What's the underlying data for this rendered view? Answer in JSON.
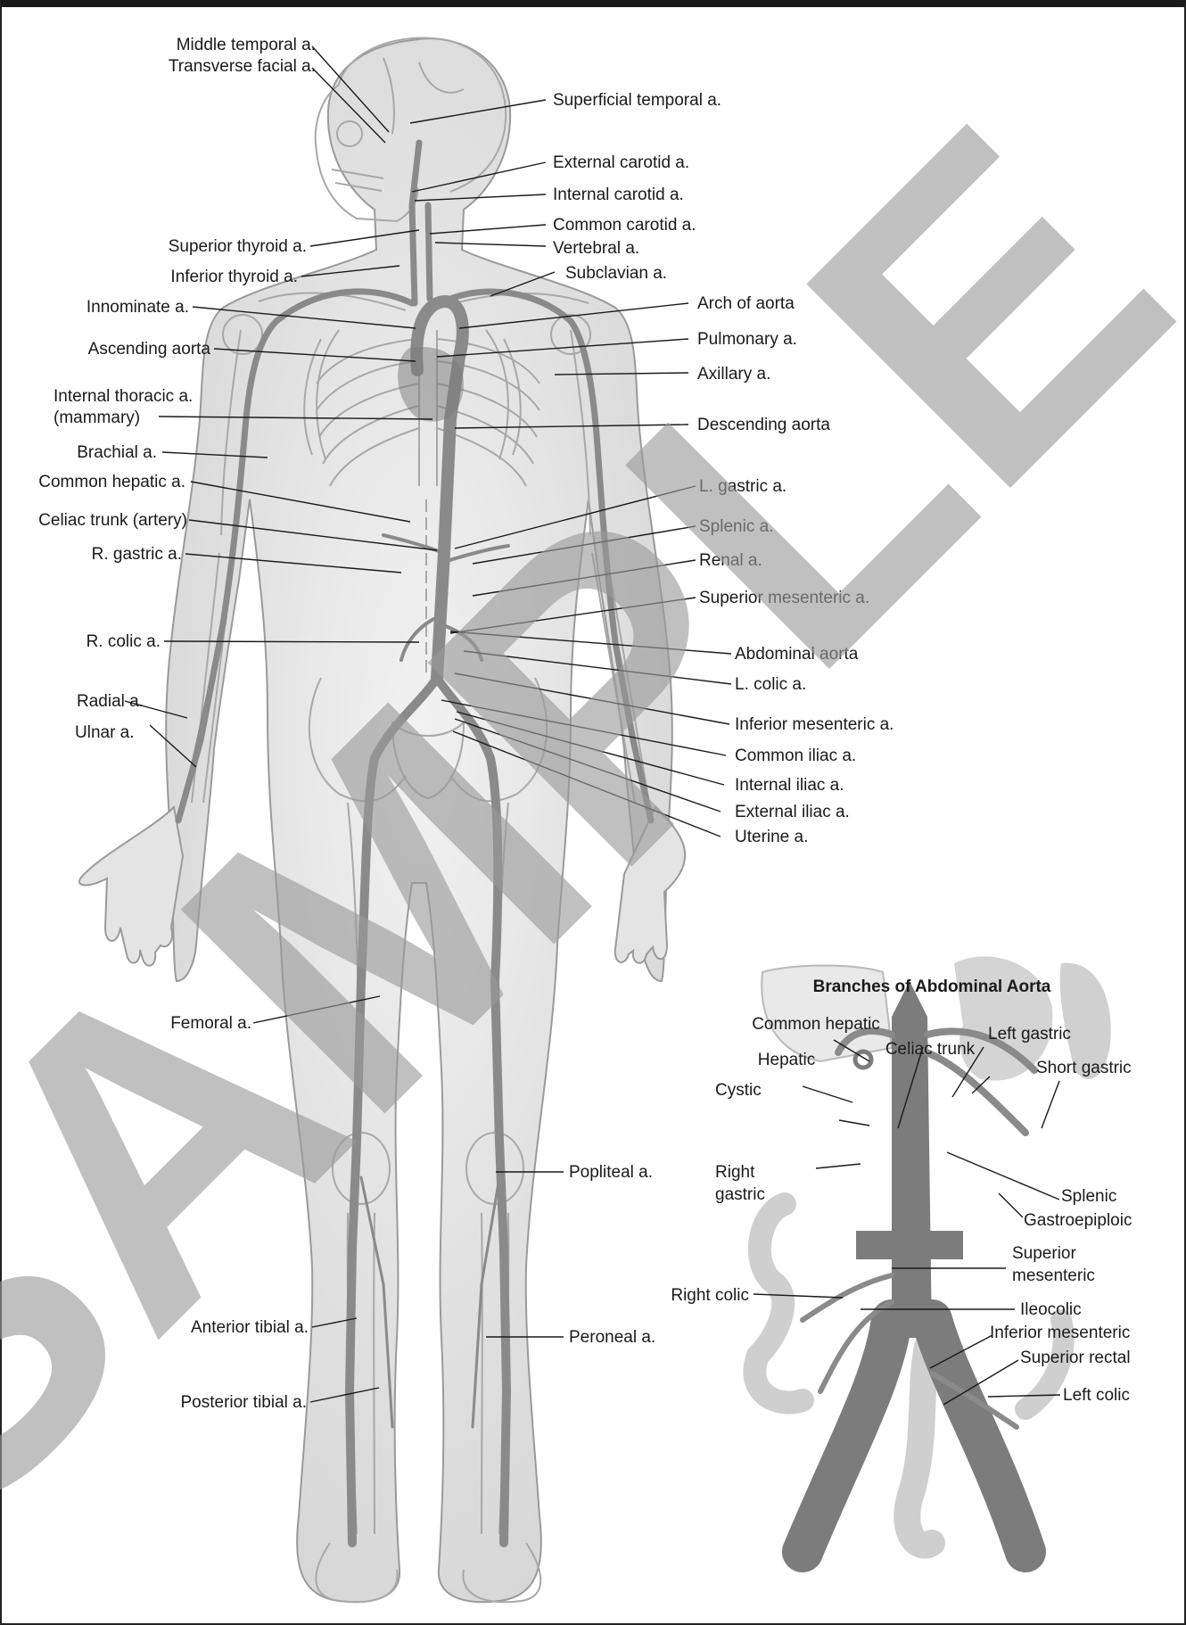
{
  "labels": {
    "middle_temporal": "Middle temporal a.",
    "transverse_facial": "Transverse facial a.",
    "superficial_temporal": "Superficial temporal a.",
    "external_carotid": "External carotid a.",
    "internal_carotid": "Internal carotid a.",
    "common_carotid": "Common carotid a.",
    "superior_thyroid": "Superior thyroid a.",
    "vertebral": "Vertebral a.",
    "inferior_thyroid": "Inferior thyroid a.",
    "subclavian": "Subclavian a.",
    "innominate": "Innominate a.",
    "arch_of_aorta": "Arch of aorta",
    "ascending_aorta": "Ascending aorta",
    "pulmonary": "Pulmonary a.",
    "axillary": "Axillary a.",
    "internal_thoracic_1": "Internal thoracic a.",
    "internal_thoracic_2": "(mammary)",
    "descending_aorta": "Descending aorta",
    "brachial": "Brachial a.",
    "common_hepatic": "Common hepatic a.",
    "l_gastric": "L. gastric a.",
    "celiac_trunk": "Celiac trunk (artery)",
    "splenic": "Splenic a.",
    "r_gastric": "R. gastric a.",
    "renal": "Renal a.",
    "superior_mesenteric": "Superior mesenteric a.",
    "r_colic": "R. colic a.",
    "abdominal_aorta": "Abdominal aorta",
    "l_colic": "L. colic a.",
    "radial": "Radial a.",
    "ulnar": "Ulnar a.",
    "inferior_mesenteric": "Inferior mesenteric a.",
    "common_iliac": "Common iliac a.",
    "internal_iliac": "Internal iliac a.",
    "external_iliac": "External iliac a.",
    "uterine": "Uterine a.",
    "femoral": "Femoral a.",
    "popliteal": "Popliteal a.",
    "anterior_tibial": "Anterior tibial a.",
    "peroneal": "Peroneal a.",
    "posterior_tibial": "Posterior tibial a."
  },
  "inset": {
    "title": "Branches of Abdominal Aorta",
    "common_hepatic": "Common hepatic",
    "left_gastric": "Left gastric",
    "hepatic": "Hepatic",
    "celiac_trunk": "Celiac trunk",
    "short_gastric": "Short gastric",
    "cystic": "Cystic",
    "right_gastric_1": "Right",
    "right_gastric_2": "gastric",
    "splenic": "Splenic",
    "gastroepiploic": "Gastroepiploic",
    "superior_mesenteric_1": "Superior",
    "superior_mesenteric_2": "mesenteric",
    "right_colic": "Right colic",
    "ileocolic": "Ileocolic",
    "inferior_mesenteric": "Inferior mesenteric",
    "superior_rectal": "Superior rectal",
    "left_colic": "Left colic"
  },
  "watermark": "SAMPLE"
}
